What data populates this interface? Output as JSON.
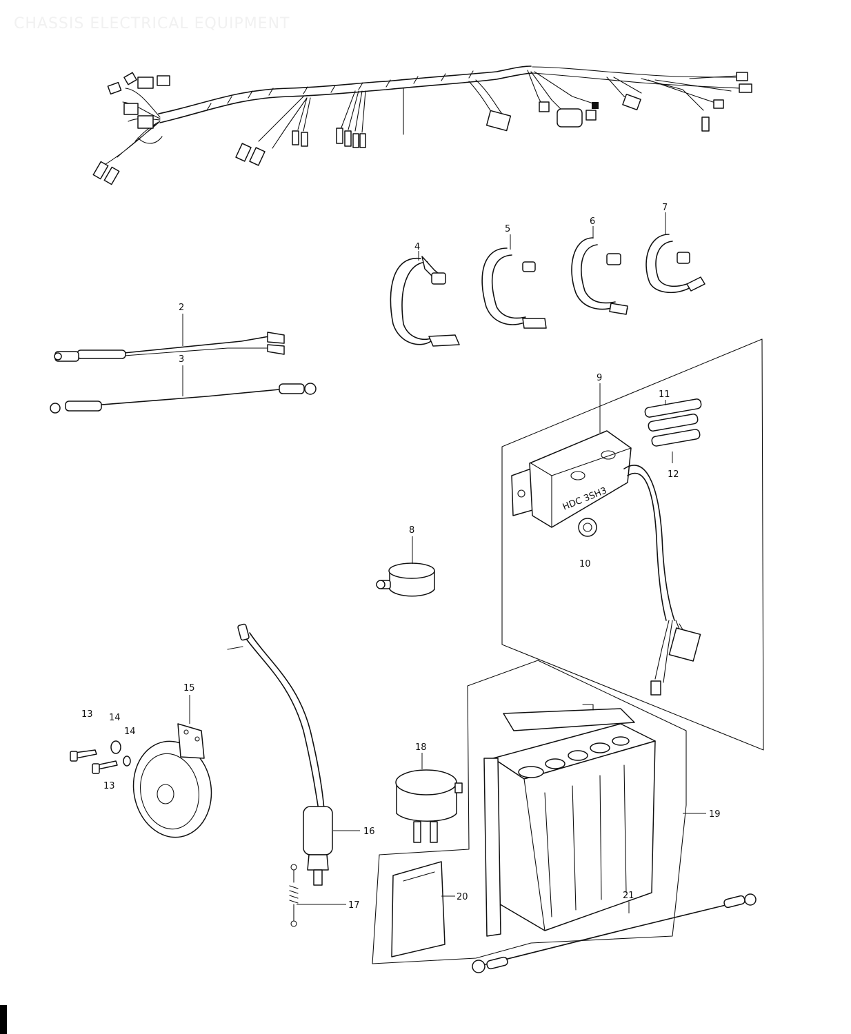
{
  "title": "CHASSIS ELECTRICAL EQUIPMENT",
  "labels": {
    "p2": "2",
    "p3": "3",
    "p4": "4",
    "p5": "5",
    "p6": "6",
    "p7": "7",
    "p8": "8",
    "p9": "9",
    "p10": "10",
    "p11": "11",
    "p12": "12",
    "p13a": "13",
    "p13b": "13",
    "p14a": "14",
    "p14b": "14",
    "p15": "15",
    "p16": "16",
    "p17": "17",
    "p18": "18",
    "p19": "19",
    "p20": "20",
    "p21": "21"
  },
  "regulator_marking": "HDC 3SH3"
}
